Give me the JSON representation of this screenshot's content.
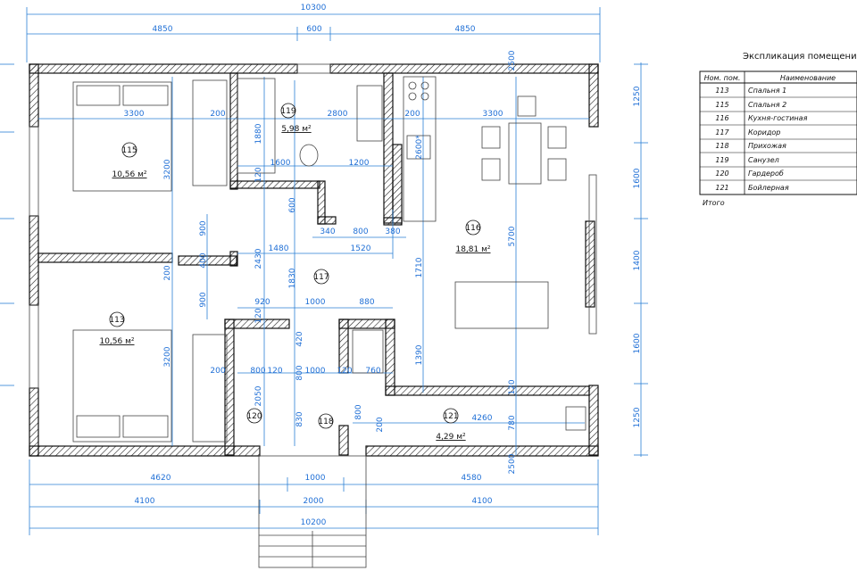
{
  "overall": {
    "top_total": "10300",
    "top_left": "4850",
    "top_mid": "600",
    "top_right": "4850",
    "bottom_left1": "4620",
    "bottom_right1": "4580",
    "bottom_door": "1000",
    "bottom_left2": "4100",
    "bottom_mid2": "2000",
    "bottom_right2": "4100",
    "bottom_total": "10200"
  },
  "right_dims": [
    "1250",
    "1600",
    "1400",
    "1600",
    "1250"
  ],
  "inner_dims": {
    "d3300a": "3300",
    "d200a": "200",
    "d1880": "1880",
    "d2800": "2800",
    "d200b": "200",
    "d3300b": "3300",
    "d1600": "1600",
    "d1200": "1200",
    "d120a": "120",
    "d2600": "2600*",
    "d600": "600",
    "d800a": "800",
    "d340": "340",
    "d380": "380",
    "d1520": "1520",
    "d1480": "1480",
    "d3200a": "3200",
    "d3200b": "3200",
    "d900a": "900",
    "d400": "400",
    "d900b": "900",
    "d200c": "200",
    "d2430": "2430",
    "d1830": "1830",
    "d1710": "1710",
    "d5700": "5700",
    "d2500a": "2500",
    "d920": "920",
    "d1000a": "1000",
    "d880": "880",
    "d120b": "120",
    "d420": "420",
    "d200d": "200",
    "d800b": "800",
    "d120c": "120",
    "d1000b": "1000",
    "d120d": "120",
    "d760": "760",
    "d800c": "800",
    "d2050": "2050",
    "d830": "830",
    "d1390": "1390",
    "d120e": "120",
    "d800d": "800",
    "d200e": "200",
    "d4260": "4260",
    "d780": "780",
    "d2500b": "2500"
  },
  "rooms": [
    {
      "num": "115",
      "area": "10,56 м²"
    },
    {
      "num": "113",
      "area": "10,56 м²"
    },
    {
      "num": "119",
      "area": "5,98 м²"
    },
    {
      "num": "116",
      "area": "18,81 м²"
    },
    {
      "num": "117",
      "area": ""
    },
    {
      "num": "118",
      "area": ""
    },
    {
      "num": "120",
      "area": ""
    },
    {
      "num": "121",
      "area": "4,29 м²"
    }
  ],
  "explication": {
    "title": "Экспликация помещений",
    "col_num": "Ном. пом.",
    "col_name": "Наименование",
    "rows": [
      {
        "num": "113",
        "name": "Спальня 1"
      },
      {
        "num": "115",
        "name": "Спальня 2"
      },
      {
        "num": "116",
        "name": "Кухня-гостиная"
      },
      {
        "num": "117",
        "name": "Коридор"
      },
      {
        "num": "118",
        "name": "Прихожая"
      },
      {
        "num": "119",
        "name": "Санузел"
      },
      {
        "num": "120",
        "name": "Гардероб"
      },
      {
        "num": "121",
        "name": "Бойлерная"
      }
    ],
    "total": "Итого"
  }
}
